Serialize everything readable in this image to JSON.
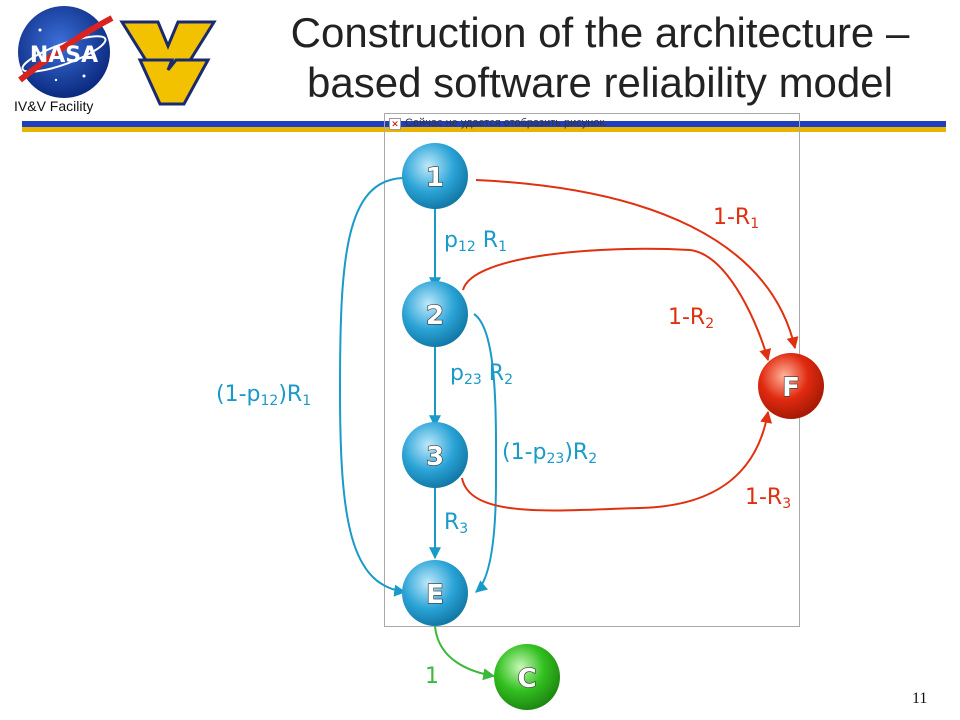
{
  "slide": {
    "title_line1": "Construction of the architecture –",
    "title_line2": "based software reliability model",
    "facility": "IV&V Facility",
    "page_number": "11",
    "broken_image_text": "Сейчас не удается отобразить рисунок."
  },
  "logos": {
    "nasa": "NASA",
    "wv": "WV"
  },
  "nodes": {
    "n1": "1",
    "n2": "2",
    "n3": "3",
    "nE": "E",
    "nF": "F",
    "nC": "C"
  },
  "edges": {
    "e12": {
      "p": "p",
      "p_sub": "12",
      "r": "R",
      "r_sub": "1"
    },
    "e23": {
      "p": "p",
      "p_sub": "23",
      "r": "R",
      "r_sub": "2"
    },
    "e3E": {
      "r": "R",
      "r_sub": "3"
    },
    "e1E": {
      "pre": "(1-p",
      "p_sub": "12",
      "post": ")R",
      "r_sub": "1"
    },
    "e2E": {
      "pre": "(1-p",
      "p_sub": "23",
      "post": ")R",
      "r_sub": "2"
    },
    "e1F": {
      "pre": "1-R",
      "r_sub": "1"
    },
    "e2F": {
      "pre": "1-R",
      "r_sub": "2"
    },
    "e3F": {
      "pre": "1-R",
      "r_sub": "3"
    },
    "eEC": {
      "value": "1"
    }
  },
  "colors": {
    "blue": "#1a9ac9",
    "red": "#e03010",
    "green": "#3cb83c",
    "node_blue": "#2aa3d6",
    "node_red": "#e02a10",
    "node_green": "#33c020",
    "bar_blue": "#1f3fbf",
    "bar_gold": "#e8b400"
  }
}
